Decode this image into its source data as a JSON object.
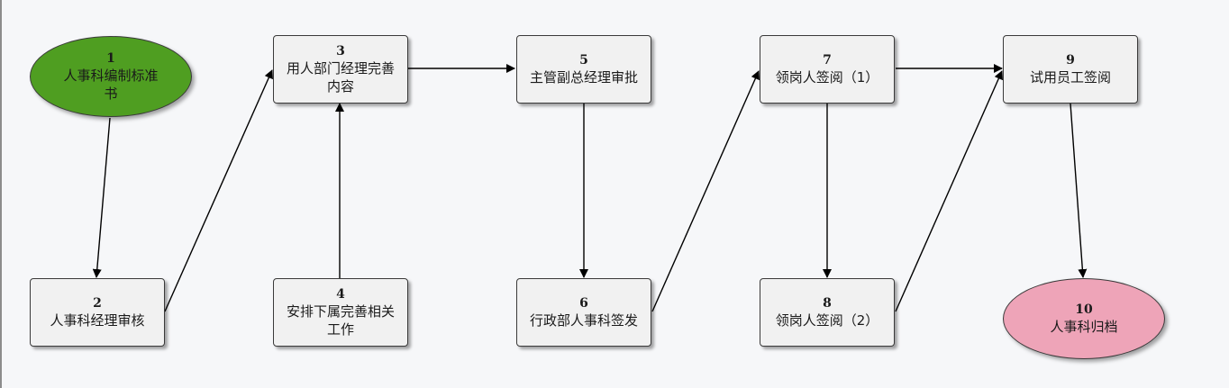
{
  "flowchart": {
    "nodes": [
      {
        "id": "1",
        "label": "人事科编制标准书",
        "shape": "ellipse",
        "color": "#4f9e21"
      },
      {
        "id": "2",
        "label": "人事科经理审核",
        "shape": "box"
      },
      {
        "id": "3",
        "label": "用人部门经理完善内容",
        "shape": "box"
      },
      {
        "id": "4",
        "label": "安排下属完善相关工作",
        "shape": "box"
      },
      {
        "id": "5",
        "label": "主管副总经理审批",
        "shape": "box"
      },
      {
        "id": "6",
        "label": "行政部人事科签发",
        "shape": "box"
      },
      {
        "id": "7",
        "label": "领岗人签阅（1）",
        "shape": "box"
      },
      {
        "id": "8",
        "label": "领岗人签阅（2）",
        "shape": "box"
      },
      {
        "id": "9",
        "label": "试用员工签阅",
        "shape": "box"
      },
      {
        "id": "10",
        "label": "人事科归档",
        "shape": "ellipse",
        "color": "#eea4b8"
      }
    ],
    "edges": [
      {
        "from": "1",
        "to": "2"
      },
      {
        "from": "2",
        "to": "3"
      },
      {
        "from": "4",
        "to": "3"
      },
      {
        "from": "3",
        "to": "5"
      },
      {
        "from": "5",
        "to": "6"
      },
      {
        "from": "6",
        "to": "7"
      },
      {
        "from": "7",
        "to": "8"
      },
      {
        "from": "7",
        "to": "9"
      },
      {
        "from": "8",
        "to": "9"
      },
      {
        "from": "9",
        "to": "10"
      }
    ]
  }
}
